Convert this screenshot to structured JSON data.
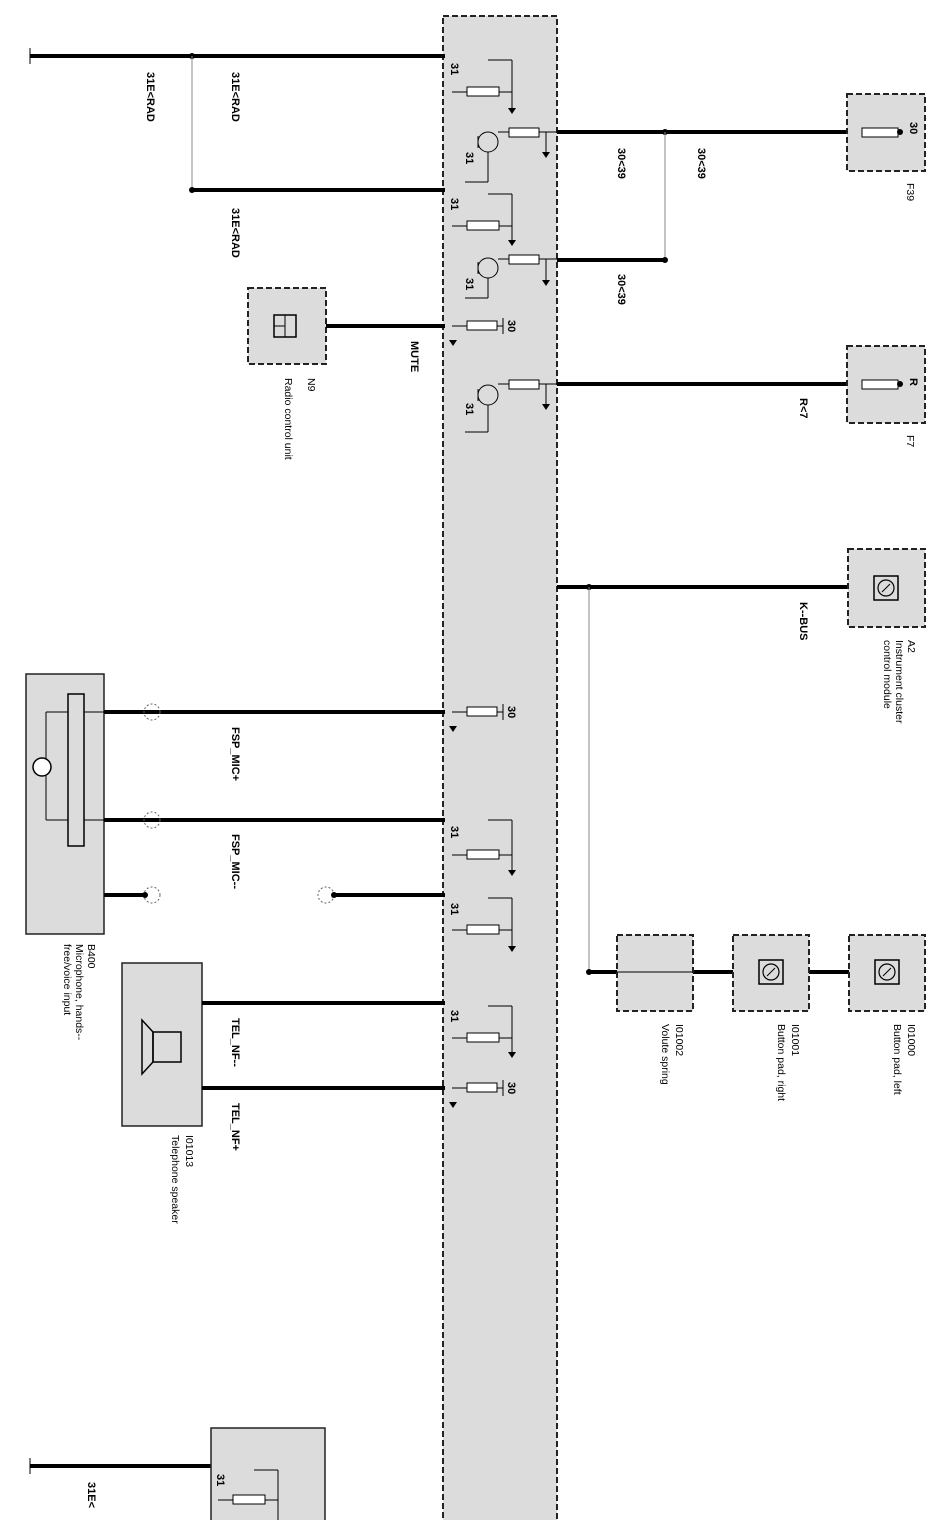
{
  "colors": {
    "module_fill": "#dcdcdc",
    "wire": "#000000",
    "shield": "#888888"
  },
  "wires": {
    "w_31e_rad_a": "31E<RAD",
    "w_31e_rad_b": "31E<RAD",
    "w_31e_rad_c": "31E<RAD",
    "w_30_39_a": "30<39",
    "w_30_39_b": "30<39",
    "w_30_39_c": "30<39",
    "w_mute": "MUTE",
    "w_r7": "R<7",
    "w_kbus": "K--BUS",
    "w_fsp_mic_plus": "FSP_MIC+",
    "w_fsp_mic_minus": "FSP_MIC--",
    "w_tel_nf_minus": "TEL_NF--",
    "w_tel_nf_plus": "TEL_NF+",
    "w_31e_bottom": "31E<"
  },
  "pins": {
    "p1": "31",
    "p2": "31",
    "p3": "31",
    "p4": "31",
    "p5": "30",
    "p6": "31",
    "p7": "30",
    "p8": "31",
    "p9": "31",
    "p10": "31",
    "p11": "30",
    "p12": "31",
    "f39_pin": "30",
    "f7_pin": "R"
  },
  "components": {
    "f39": {
      "id": "F39"
    },
    "f7": {
      "id": "F7"
    },
    "a2": {
      "id": "A2",
      "line1": "Instrument cluster",
      "line2": "control module"
    },
    "n9": {
      "id": "N9",
      "line1": "Radio control unit"
    },
    "b400": {
      "id": "B400",
      "line1": "Microphone, hands--",
      "line2": "free/voice input"
    },
    "i01013": {
      "id": "I01013",
      "line1": "Telephone speaker"
    },
    "i01002": {
      "id": "I01002",
      "line1": "Volute spring"
    },
    "i01001": {
      "id": "I01001",
      "line1": "Button pad, right"
    },
    "i01000": {
      "id": "I01000",
      "line1": "Button pad, left"
    }
  }
}
